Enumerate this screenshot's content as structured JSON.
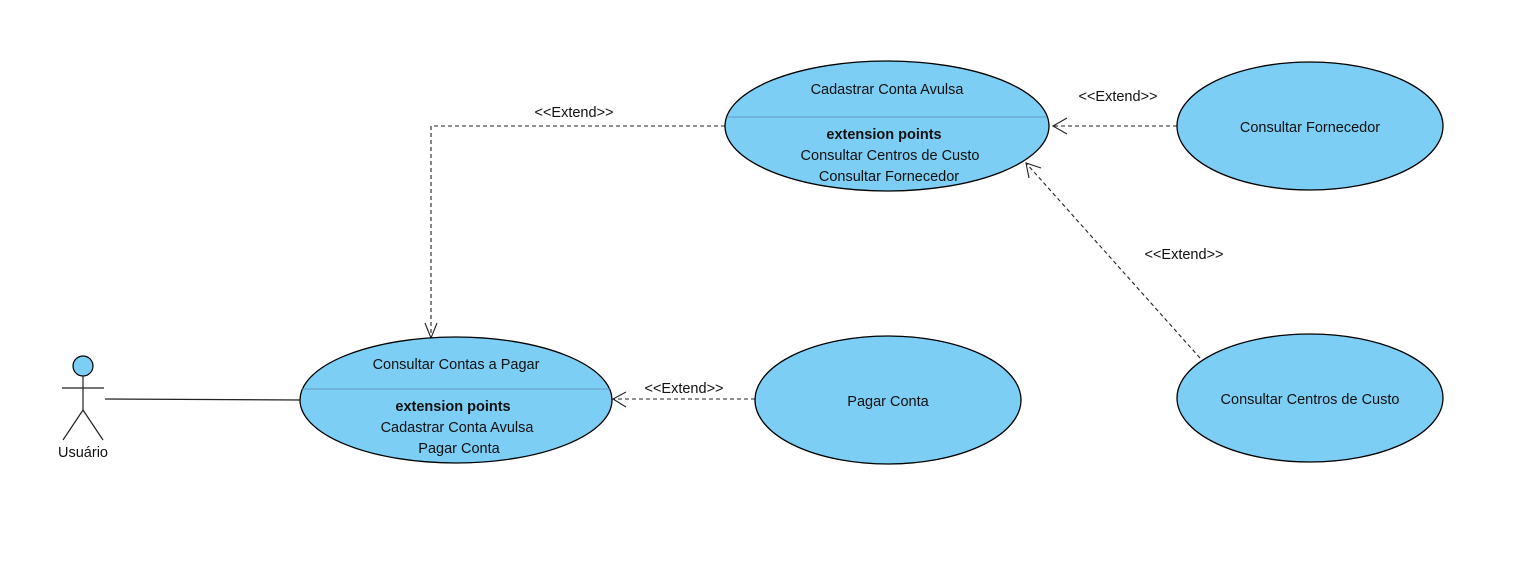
{
  "actor": {
    "name": "Usuário"
  },
  "use_cases": {
    "consultar_contas": {
      "title": "Consultar Contas a Pagar",
      "ext_header": "extension points",
      "ext_points": [
        "Cadastrar Conta Avulsa",
        "Pagar Conta"
      ]
    },
    "cadastrar_conta": {
      "title": "Cadastrar Conta Avulsa",
      "ext_header": "extension points",
      "ext_points": [
        "Consultar Centros de Custo",
        "Consultar Fornecedor"
      ]
    },
    "pagar_conta": {
      "title": "Pagar Conta"
    },
    "consultar_fornecedor": {
      "title": "Consultar Fornecedor"
    },
    "consultar_centros": {
      "title": "Consultar Centros de Custo"
    }
  },
  "relations": {
    "extend_cadastrar_to_consultar": "<<Extend>>",
    "extend_pagar_to_consultar": "<<Extend>>",
    "extend_fornecedor_to_cadastrar": "<<Extend>>",
    "extend_centros_to_cadastrar": "<<Extend>>"
  },
  "colors": {
    "use_case_fill": "#7dcef4",
    "stroke": "#000000"
  }
}
